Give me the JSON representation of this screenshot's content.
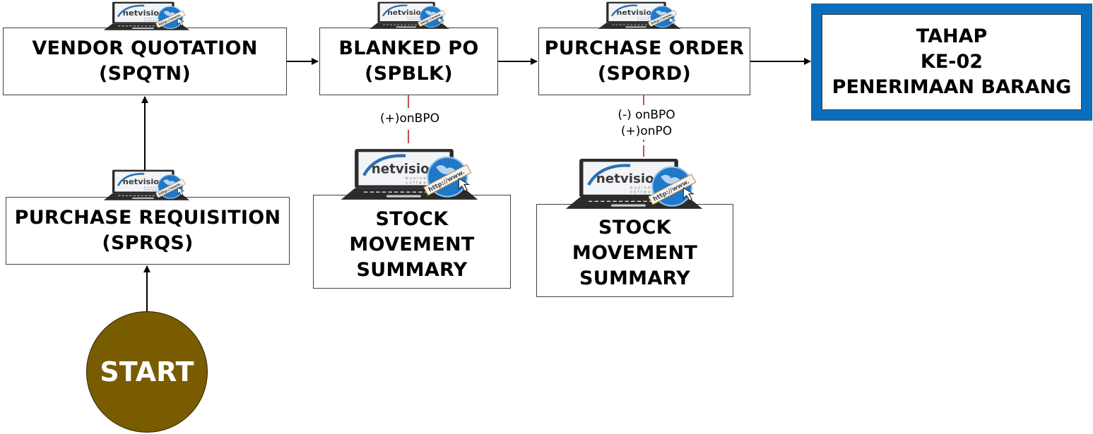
{
  "diagram": {
    "nodes": {
      "vendor_quotation": {
        "line1": "VENDOR QUOTATION",
        "line2": "(SPQTN)"
      },
      "blanked_po": {
        "line1": "BLANKED PO",
        "line2": "(SPBLK)"
      },
      "purchase_order": {
        "line1": "PURCHASE ORDER",
        "line2": "(SPORD)"
      },
      "purchase_requisition": {
        "line1": "PURCHASE REQUISITION",
        "line2": "(SPRQS)"
      },
      "stock_summary_1": {
        "line1": "STOCK",
        "line2": "MOVEMENT",
        "line3": "SUMMARY"
      },
      "stock_summary_2": {
        "line1": "STOCK",
        "line2": "MOVEMENT",
        "line3": "SUMMARY"
      },
      "next_stage": {
        "line1": "TAHAP",
        "line2": "KE-02",
        "line3": "PENERIMAAN BARANG"
      },
      "start": {
        "label": "START"
      }
    },
    "edge_labels": {
      "blanked_po_to_stock": "(+)onBPO",
      "po_to_stock_line1": "(-) onBPO",
      "po_to_stock_line2": "(+)onPO"
    },
    "icon": {
      "name": "netvision-laptop-icon",
      "brand": "netvision",
      "sub1": "business",
      "sub2": "software",
      "url": "http://www."
    },
    "colors": {
      "start_fill": "#7a5c00",
      "final_frame": "#0a6ebd",
      "dashed_link": "#c0504d"
    }
  }
}
